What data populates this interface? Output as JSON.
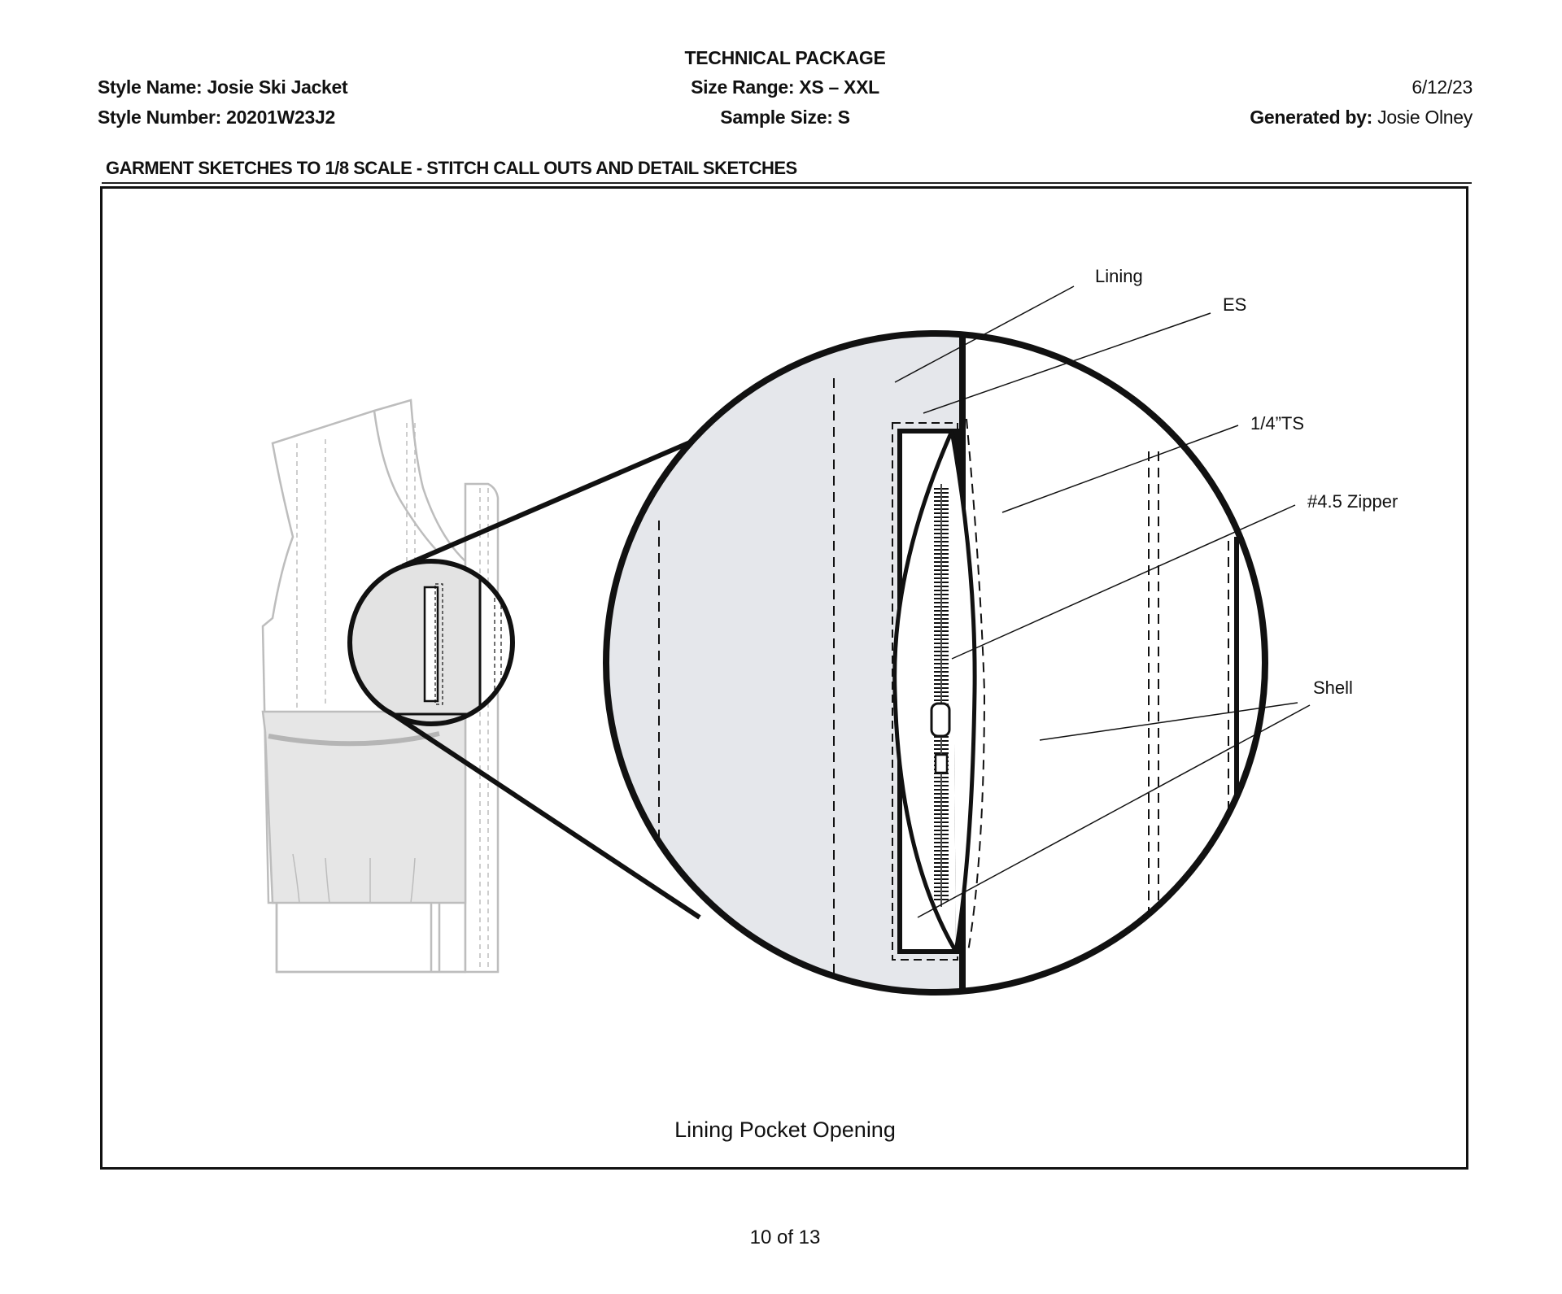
{
  "header": {
    "title": "TECHNICAL PACKAGE",
    "style_name_label": "Style Name:",
    "style_name": "Josie Ski Jacket",
    "style_number_label": "Style Number:",
    "style_number": "20201W23J2",
    "size_range_label": "Size Range:",
    "size_range": "XS – XXL",
    "sample_size_label": "Sample Size:",
    "sample_size": "S",
    "date": "6/12/23",
    "generated_by_label": "Generated by:",
    "generated_by": "Josie Olney"
  },
  "section_title": "GARMENT SKETCHES TO 1/8  SCALE - STITCH CALL OUTS AND DETAIL SKETCHES",
  "callouts": {
    "lining": "Lining",
    "es": "ES",
    "topstitch": "1/4”TS",
    "zipper": "#4.5 Zipper",
    "shell": "Shell"
  },
  "caption": "Lining Pocket Opening",
  "footer": {
    "page": "10 of 13"
  }
}
